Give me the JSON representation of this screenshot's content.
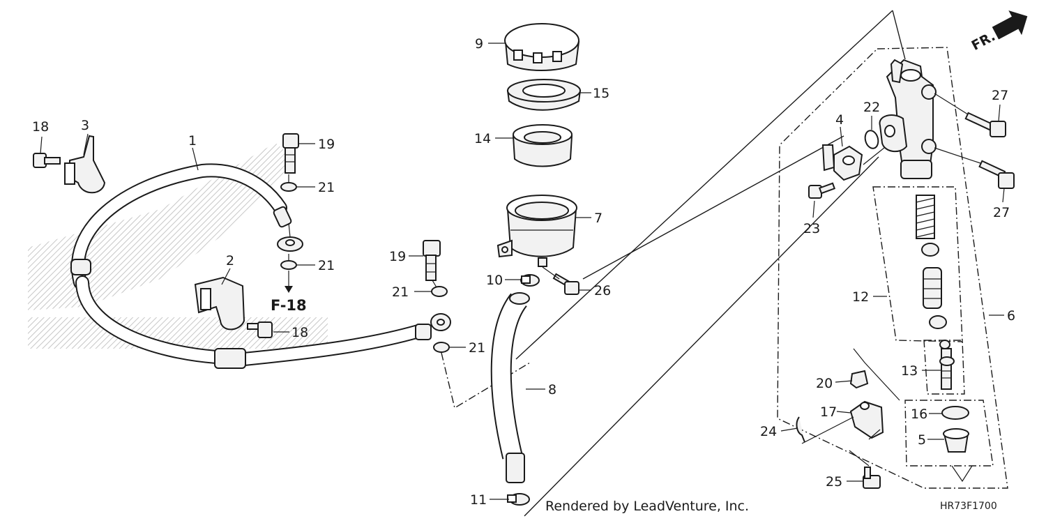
{
  "diagram": {
    "callouts": {
      "c1": "1",
      "c2": "2",
      "c3": "3",
      "c4": "4",
      "c5": "5",
      "c6": "6",
      "c7": "7",
      "c8": "8",
      "c9": "9",
      "c10": "10",
      "c11": "11",
      "c12": "12",
      "c13": "13",
      "c14": "14",
      "c15": "15",
      "c16": "16",
      "c17": "17",
      "c18a": "18",
      "c18b": "18",
      "c19a": "19",
      "c19b": "19",
      "c20": "20",
      "c21a": "21",
      "c21b": "21",
      "c21c": "21",
      "c21d": "21",
      "c22": "22",
      "c23": "23",
      "c24": "24",
      "c25": "25",
      "c26": "26",
      "c27a": "27",
      "c27b": "27"
    },
    "section_reference": "F-18",
    "front_indicator": "FR.",
    "footer_text": "Rendered by LeadVenture, Inc.",
    "drawing_code": "HR73F1700"
  }
}
